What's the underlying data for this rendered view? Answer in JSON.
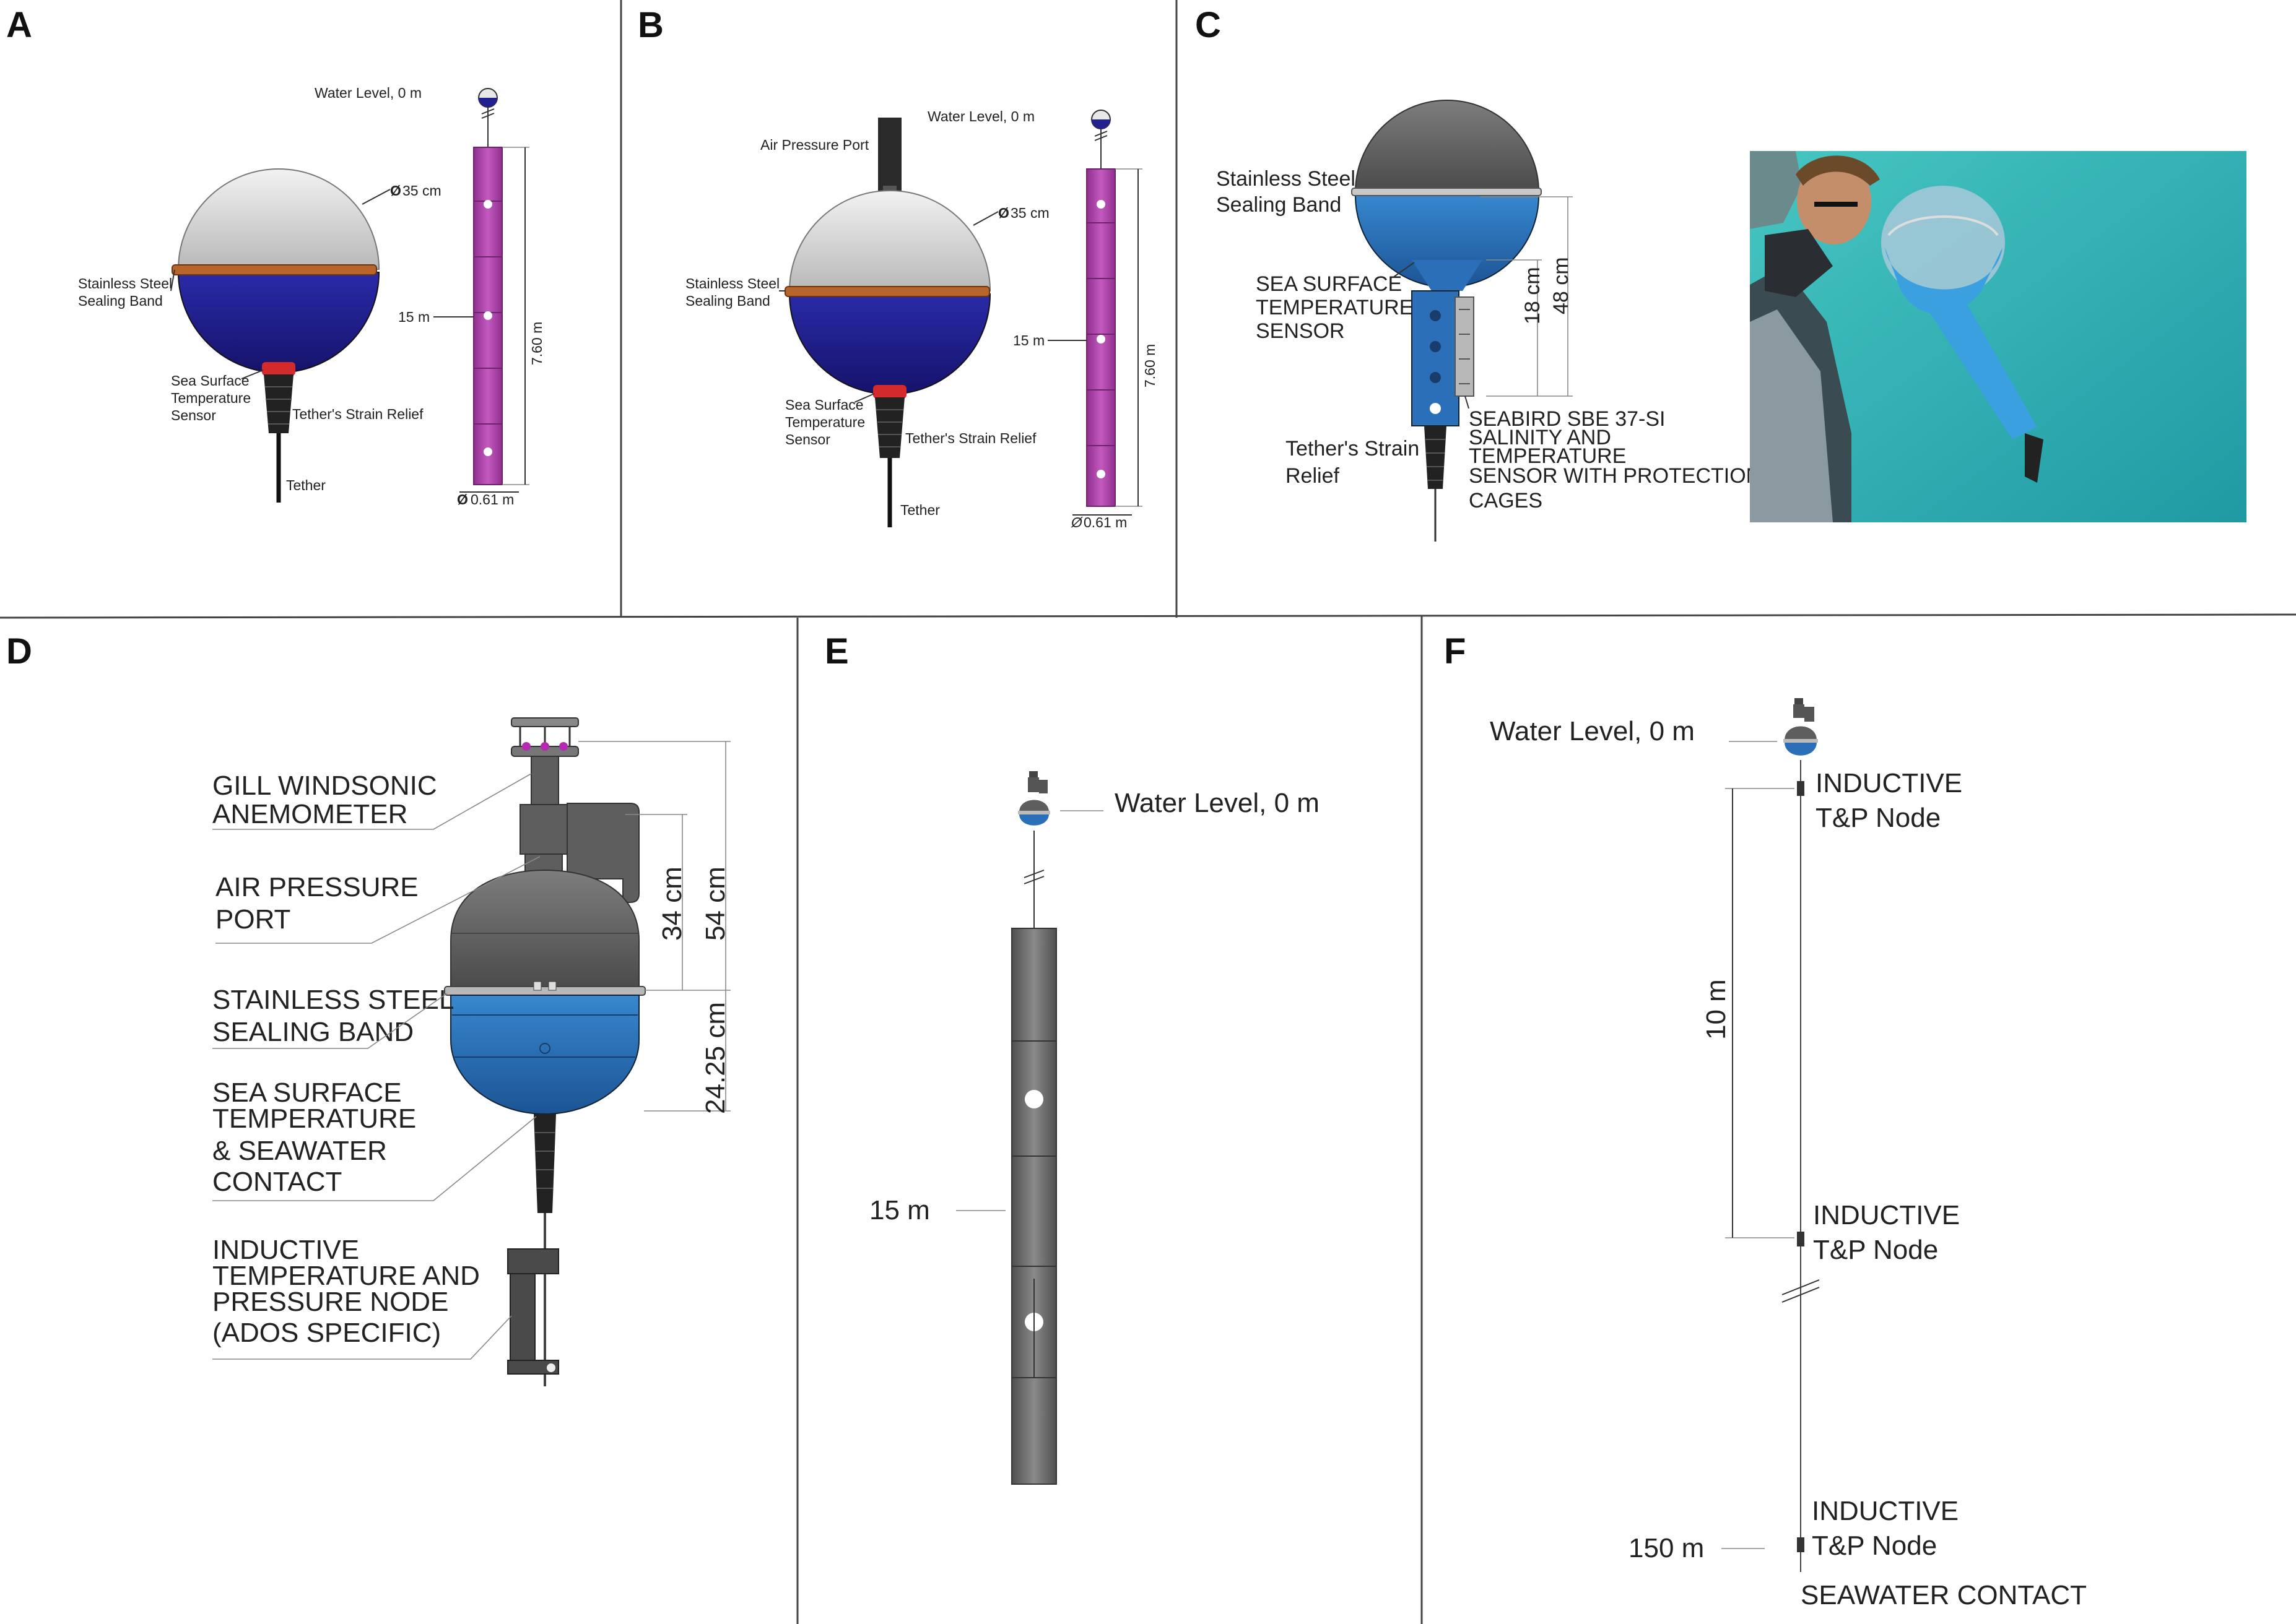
{
  "panels": {
    "a": {
      "letter": "A",
      "water_level": "Water Level, 0 m",
      "diameter": "35 cm",
      "band": [
        "Stainless Steel",
        "Sealing Band"
      ],
      "depth_15": "15 m",
      "length": "7.60 m",
      "sst": [
        "Sea Surface",
        "Temperature",
        "Sensor"
      ],
      "strain": "Tether's Strain Relief",
      "tether": "Tether",
      "width": "0.61 m"
    },
    "b": {
      "letter": "B",
      "water_level": "Water Level, 0 m",
      "air_port": "Air Pressure Port",
      "diameter": "35 cm",
      "band": [
        "Stainless Steel",
        "Sealing Band"
      ],
      "depth_15": "15 m",
      "length": "7.60 m",
      "sst": [
        "Sea Surface",
        "Temperature",
        "Sensor"
      ],
      "strain": "Tether's Strain Relief",
      "tether": "Tether",
      "width": "0.61 m"
    },
    "c": {
      "letter": "C",
      "band": [
        "Stainless Steel",
        "Sealing Band"
      ],
      "sst": [
        "SEA SURFACE",
        "TEMPERATURE",
        "SENSOR"
      ],
      "dim_18": "18 cm",
      "dim_48": "48 cm",
      "seabird": [
        "SEABIRD SBE 37-SI",
        "SALINITY AND",
        "TEMPERATURE",
        "SENSOR WITH PROTECTION",
        "CAGES"
      ],
      "strain": [
        "Tether's Strain",
        "Relief"
      ]
    },
    "d": {
      "letter": "D",
      "gill": [
        "GILL WINDSONIC",
        "ANEMOMETER"
      ],
      "air": [
        "AIR PRESSURE",
        "PORT"
      ],
      "band": [
        "STAINLESS STEEL",
        "SEALING BAND"
      ],
      "sst": [
        "SEA SURFACE",
        "TEMPERATURE",
        "& SEAWATER",
        "CONTACT"
      ],
      "node": [
        "INDUCTIVE",
        "TEMPERATURE AND",
        "PRESSURE NODE",
        "(ADOS SPECIFIC)"
      ],
      "dim_34": "34 cm",
      "dim_54": "54 cm",
      "dim_2425": "24.25 cm"
    },
    "e": {
      "letter": "E",
      "water_level": "Water Level, 0 m",
      "depth_15": "15 m"
    },
    "f": {
      "letter": "F",
      "water_level": "Water Level, 0 m",
      "node1": [
        "INDUCTIVE",
        "T&P Node"
      ],
      "node2": [
        "INDUCTIVE",
        "T&P Node"
      ],
      "node3": [
        "INDUCTIVE",
        "T&P Node"
      ],
      "dim_10": "10 m",
      "depth_150": "150 m",
      "seawater": "SEAWATER CONTACT"
    }
  },
  "colors": {
    "hull_grey_light": "#d2d2d2",
    "hull_grey_dark": "#5e5e5e",
    "hull_blue_navy": "#23208f",
    "hull_blue_bright": "#2a6fb7",
    "sealing_band": "#b8652b",
    "drogue_purple": "#b548b0",
    "drogue_grey": "#6e6e6e",
    "sea_water": "#2fb3b3"
  }
}
